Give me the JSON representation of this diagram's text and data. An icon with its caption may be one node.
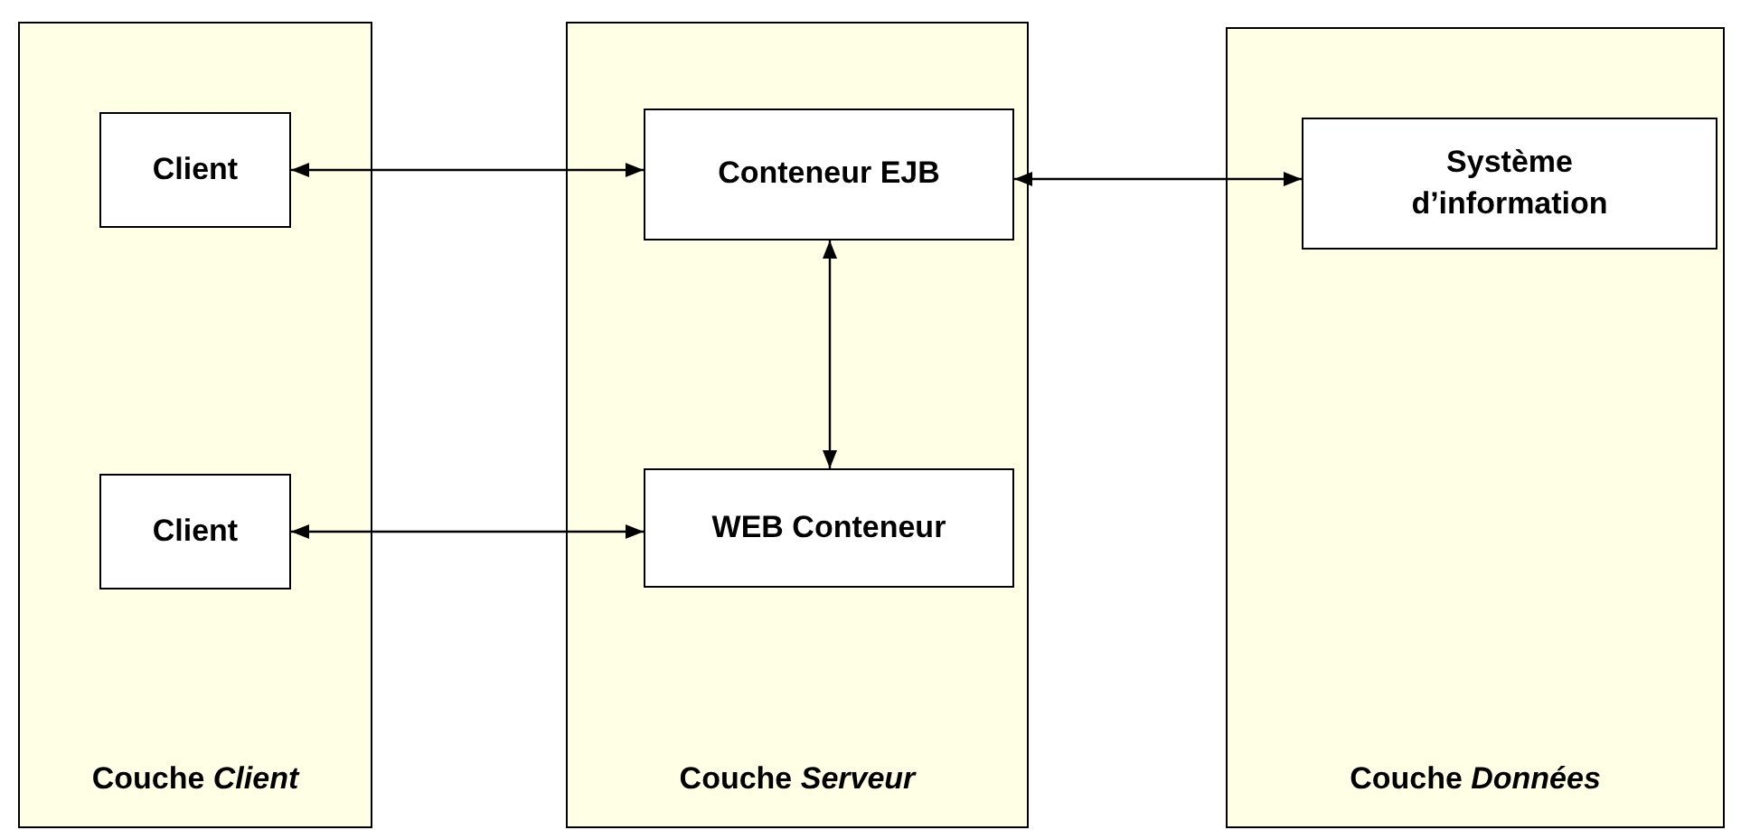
{
  "diagram": {
    "nodes": [
      {
        "text": [
          "Couche *Client*"
        ]
      },
      {
        "text": [
          "Client"
        ],
        "in": 0
      },
      {
        "text": [
          "Client"
        ],
        "in": 0
      },
      {
        "text": [
          "Couche *Serveur*"
        ]
      },
      {
        "text": [
          "Conteneur EJB"
        ],
        "in": 3
      },
      {
        "text": [
          "WEB Conteneur"
        ],
        "in": 3
      },
      {
        "text": [
          "Couche *Données*"
        ]
      },
      {
        "text": [
          "Système d’information"
        ],
        "in": 6
      }
    ],
    "edges": [
      {
        "from": 1,
        "to": 4,
        "arrow": "both"
      },
      {
        "from": 2,
        "to": 5,
        "arrow": "both"
      },
      {
        "from": 4,
        "to": 5,
        "arrow": "both"
      },
      {
        "from": 4,
        "to": 7,
        "arrow": "both"
      }
    ]
  }
}
